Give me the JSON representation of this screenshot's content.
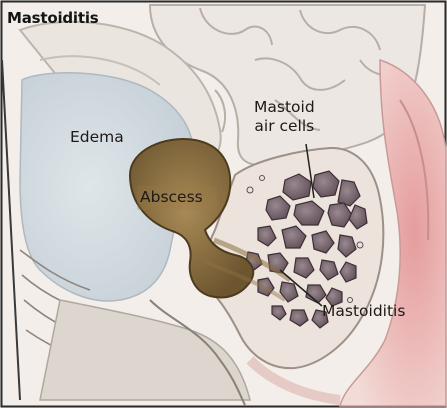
{
  "title": "Mastoiditis",
  "labels": {
    "edema": "Edema",
    "mastoid_line1": "Mastoid",
    "mastoid_line2": "air cells",
    "abscess": "Abscess",
    "mastoiditis": "Mastoiditis"
  },
  "colors": {
    "border": "#2a2a2a",
    "background": "#f6f1ec",
    "edema": "#d4dde2",
    "brain_fold": "#ede8e3",
    "bone": "#ece6e0",
    "abscess": "#8c7040",
    "air_cells": "#7a6870",
    "ear_skin": "#e9b9b8",
    "leader_lines": "#222222"
  }
}
